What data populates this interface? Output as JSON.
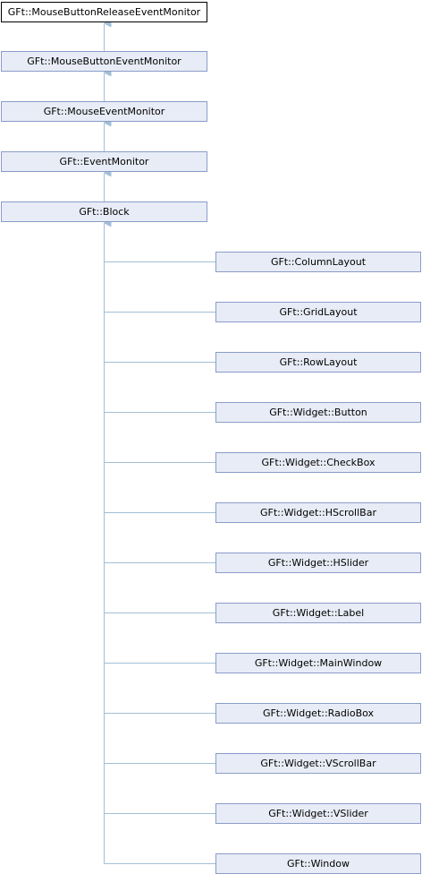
{
  "colors": {
    "node_fill": "#e8ecf6",
    "node_border": "#8a9cc9",
    "focus_fill": "#ffffff",
    "focus_border": "#000000",
    "edge": "#a3bed6"
  },
  "ancestors": [
    {
      "id": "release",
      "label": "GFt::MouseButtonReleaseEventMonitor",
      "focus": true
    },
    {
      "id": "button-event",
      "label": "GFt::MouseButtonEventMonitor"
    },
    {
      "id": "mouse-event",
      "label": "GFt::MouseEventMonitor"
    },
    {
      "id": "event-monitor",
      "label": "GFt::EventMonitor"
    },
    {
      "id": "block",
      "label": "GFt::Block"
    }
  ],
  "children": [
    {
      "id": "column-layout",
      "label": "GFt::ColumnLayout"
    },
    {
      "id": "grid-layout",
      "label": "GFt::GridLayout"
    },
    {
      "id": "row-layout",
      "label": "GFt::RowLayout"
    },
    {
      "id": "widget-button",
      "label": "GFt::Widget::Button"
    },
    {
      "id": "widget-checkbox",
      "label": "GFt::Widget::CheckBox"
    },
    {
      "id": "widget-hscrollbar",
      "label": "GFt::Widget::HScrollBar"
    },
    {
      "id": "widget-hslider",
      "label": "GFt::Widget::HSlider"
    },
    {
      "id": "widget-label",
      "label": "GFt::Widget::Label"
    },
    {
      "id": "widget-mainwindow",
      "label": "GFt::Widget::MainWindow"
    },
    {
      "id": "widget-radiobox",
      "label": "GFt::Widget::RadioBox"
    },
    {
      "id": "widget-vscrollbar",
      "label": "GFt::Widget::VScrollBar"
    },
    {
      "id": "widget-vslider",
      "label": "GFt::Widget::VSlider"
    },
    {
      "id": "window",
      "label": "GFt::Window"
    }
  ]
}
